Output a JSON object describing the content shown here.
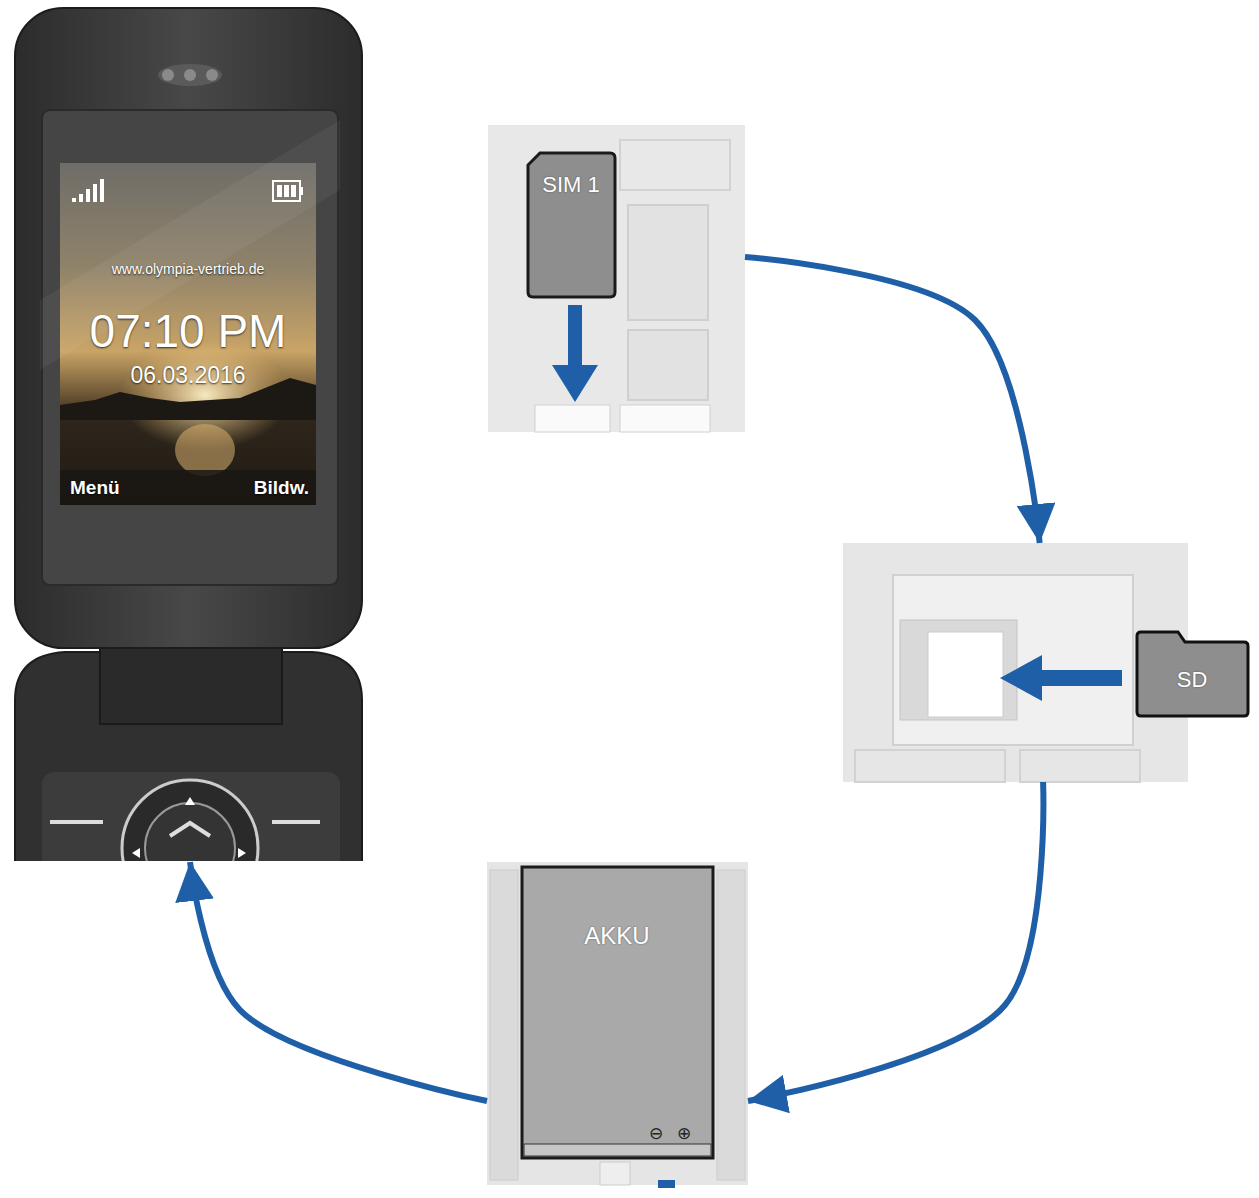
{
  "diagram": {
    "nodes": [
      {
        "text": [
          "www.olympia-vertrieb.de",
          "07:10 PM",
          "06.03.2016",
          "Menü",
          "Bildw."
        ]
      },
      {
        "text": [
          "SIM 1"
        ]
      },
      {
        "text": [
          "SD"
        ]
      },
      {
        "text": [
          "AKKU"
        ]
      }
    ],
    "edges": [
      {
        "from": 1,
        "to": 2,
        "arrow": "to"
      },
      {
        "from": 2,
        "to": 3,
        "arrow": "to"
      },
      {
        "from": 3,
        "to": 0,
        "arrow": "to"
      }
    ],
    "labels": [
      "⊖",
      "⊕"
    ]
  }
}
